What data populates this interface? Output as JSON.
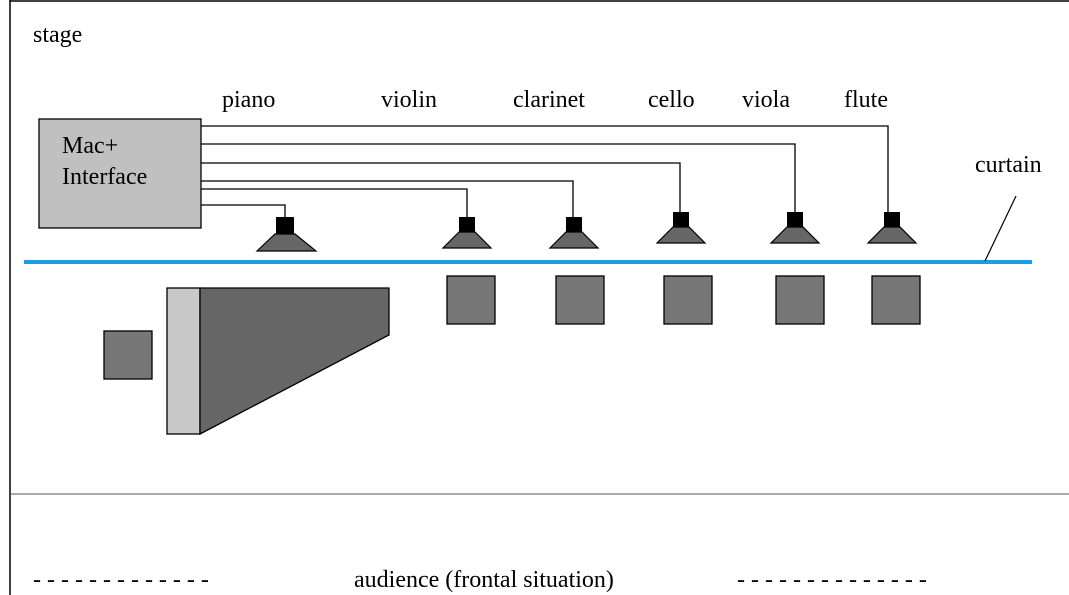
{
  "stage_label": "stage",
  "computer": {
    "line1": "Mac+",
    "line2": "Interface"
  },
  "instruments": [
    "piano",
    "violin",
    "clarinet",
    "cello",
    "viola",
    "flute"
  ],
  "curtain_label": "curtain",
  "audience": {
    "label": "audience (frontal situation)",
    "left_dashes": "- - - - - - - - - - - - -",
    "right_dashes": "- - - - - - - - - - - - - -"
  },
  "colors": {
    "curtain": "#1e9be6",
    "computer_fill": "#c0c0c0",
    "player_square": "#777777",
    "speaker_cone": "#666666",
    "speaker_driver": "#000000",
    "piano_body": "#666666",
    "piano_keyboard": "#c8c8c8"
  }
}
